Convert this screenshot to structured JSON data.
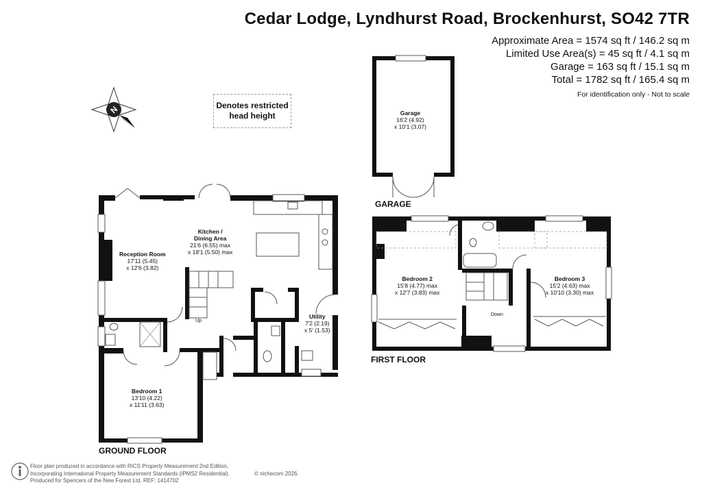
{
  "header": {
    "title": "Cedar Lodge, Lyndhurst Road, Brockenhurst, SO42 7TR",
    "area_lines": [
      "Approximate Area = 1574 sq ft / 146.2 sq m",
      "Limited Use Area(s) = 45 sq ft / 4.1 sq m",
      "Garage = 163 sq ft / 15.1 sq m",
      "Total = 1782 sq ft / 165.4 sq m"
    ],
    "disclaimer": "For identification only - Not to scale"
  },
  "compass": {
    "letter": "N"
  },
  "legend": {
    "line1": "Denotes restricted",
    "line2": "head height"
  },
  "rooms": {
    "kitchen": {
      "name1": "Kitchen /",
      "name2": "Dining Area",
      "dim1": "21'6 (6.55) max",
      "dim2": "x 18'1 (5.50) max"
    },
    "reception": {
      "name": "Reception Room",
      "dim1": "17'11 (5.45)",
      "dim2": "x 12'6 (3.82)"
    },
    "utility": {
      "name": "Utility",
      "dim1": "7'2 (2.19)",
      "dim2": "x 5' (1.53)"
    },
    "bedroom1": {
      "name": "Bedroom 1",
      "dim1": "13'10 (4.22)",
      "dim2": "x 11'11 (3.63)"
    },
    "garage": {
      "name": "Garage",
      "dim1": "16'2 (4.92)",
      "dim2": "x 10'1 (3.07)"
    },
    "bedroom2": {
      "name": "Bedroom 2",
      "dim1": "15'8 (4.77) max",
      "dim2": "x 12'7 (3.83) max"
    },
    "bedroom3": {
      "name": "Bedroom 3",
      "dim1": "15'2 (4.63) max",
      "dim2": "x 10'10 (3.30) max"
    }
  },
  "stairs": {
    "up": "Up",
    "down": "Down"
  },
  "floors": {
    "ground": "GROUND FLOOR",
    "first": "FIRST FLOOR",
    "garage": "GARAGE"
  },
  "footer": {
    "line1": "Floor plan produced in accordance with RICS Property Measurement 2nd Edition,",
    "line2": "Incorporating International Property Measurement Standards (IPMS2 Residential).",
    "line3": "Produced for Spencers of the New Forest Ltd.   REF: 1414702",
    "copyright": "© nichecom 2026."
  }
}
